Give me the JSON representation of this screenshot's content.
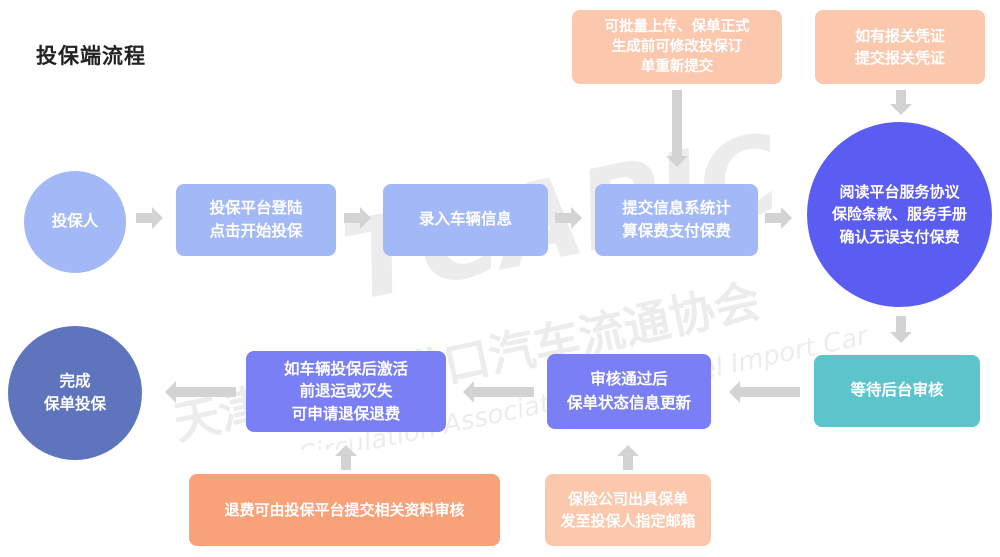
{
  "title": "投保端流程",
  "watermark": {
    "logo": "TCAPIC",
    "cn": "天津市平行进口汽车流通协会",
    "en": "Tianjin Circulation Association of Parallel Import Car"
  },
  "nodes": {
    "applicant": "投保人",
    "login": "投保平台登陆\n点击开始投保",
    "vehicle_entry": "录入车辆信息",
    "submit_info": "提交信息系统计\n算保费支付保费",
    "read_agreement": "阅读平台服务协议\n保险条款、服务手册\n确认无误支付保费",
    "await_review": "等待后台审核",
    "review_passed": "审核通过后\n保单状态信息更新",
    "refund_rule": "如车辆投保后激活\n前退运或灭失\n可申请退保退费",
    "complete": "完成\n保单投保",
    "note_batch": "可批量上传、保单正式\n生成前可修改投保订\n单重新提交",
    "note_customs": "如有报关凭证\n提交报关凭证",
    "note_refund": "退费可由投保平台提交相关资料审核",
    "note_insurer": "保险公司出具保单\n发至投保人指定邮箱"
  },
  "colors": {
    "light_blue": "#a3b8f7",
    "periwinkle": "#7a7ff5",
    "violet": "#5b5cf2",
    "slate_blue": "#5e75bd",
    "teal": "#5cc5cc",
    "peach": "#fbc7ad",
    "orange": "#f9a27a",
    "arrow_gray": "#d3d3d3"
  }
}
